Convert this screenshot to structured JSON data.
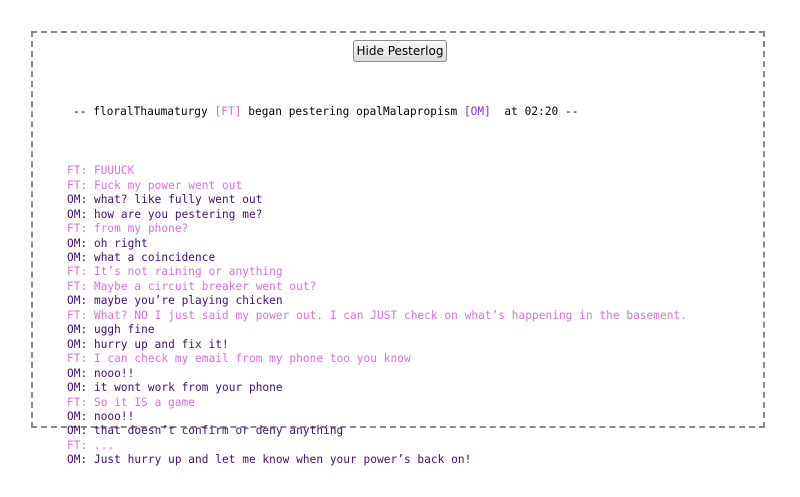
{
  "toggle_button_label": "Hide Pesterlog",
  "header": {
    "prefix": "-- ",
    "handle_a": "floralThaumaturgy",
    "tag_a": "[FT]",
    "verb": " began pestering ",
    "handle_b": "opalMalapropism",
    "tag_b": "[OM]",
    "at": "  at 02:20 --"
  },
  "colors": {
    "ft": "#da70d6",
    "om": "#3f0f6e",
    "border": "#8a8a8a"
  },
  "lines": [
    {
      "who": "ft",
      "text": "FT: FUUUCK"
    },
    {
      "who": "ft",
      "text": "FT: Fuck my power went out"
    },
    {
      "who": "om",
      "text": "OM: what? like fully went out"
    },
    {
      "who": "om",
      "text": "OM: how are you pestering me?"
    },
    {
      "who": "ft",
      "text": "FT: from my phone?"
    },
    {
      "who": "om",
      "text": "OM: oh right"
    },
    {
      "who": "om",
      "text": "OM: what a coincidence"
    },
    {
      "who": "ft",
      "text": "FT: It’s not raining or anything"
    },
    {
      "who": "ft",
      "text": "FT: Maybe a circuit breaker went out?"
    },
    {
      "who": "om",
      "text": "OM: maybe you’re playing chicken"
    },
    {
      "who": "ft",
      "text": "FT: What? NO I just said my power out. I can JUST check on what’s happening in the basement."
    },
    {
      "who": "om",
      "text": "OM: uggh fine"
    },
    {
      "who": "om",
      "text": "OM: hurry up and fix it!"
    },
    {
      "who": "ft",
      "text": "FT: I can check my email from my phone too you know"
    },
    {
      "who": "om",
      "text": "OM: nooo!!"
    },
    {
      "who": "om",
      "text": "OM: it wont work from your phone"
    },
    {
      "who": "ft",
      "text": "FT: So it IS a game"
    },
    {
      "who": "om",
      "text": "OM: nooo!!"
    },
    {
      "who": "om",
      "text": "OM: that doesn’t confirm or deny anything"
    },
    {
      "who": "ft",
      "text": "FT: ..."
    },
    {
      "who": "om",
      "text": "OM: Just hurry up and let me know when your power’s back on!"
    }
  ]
}
